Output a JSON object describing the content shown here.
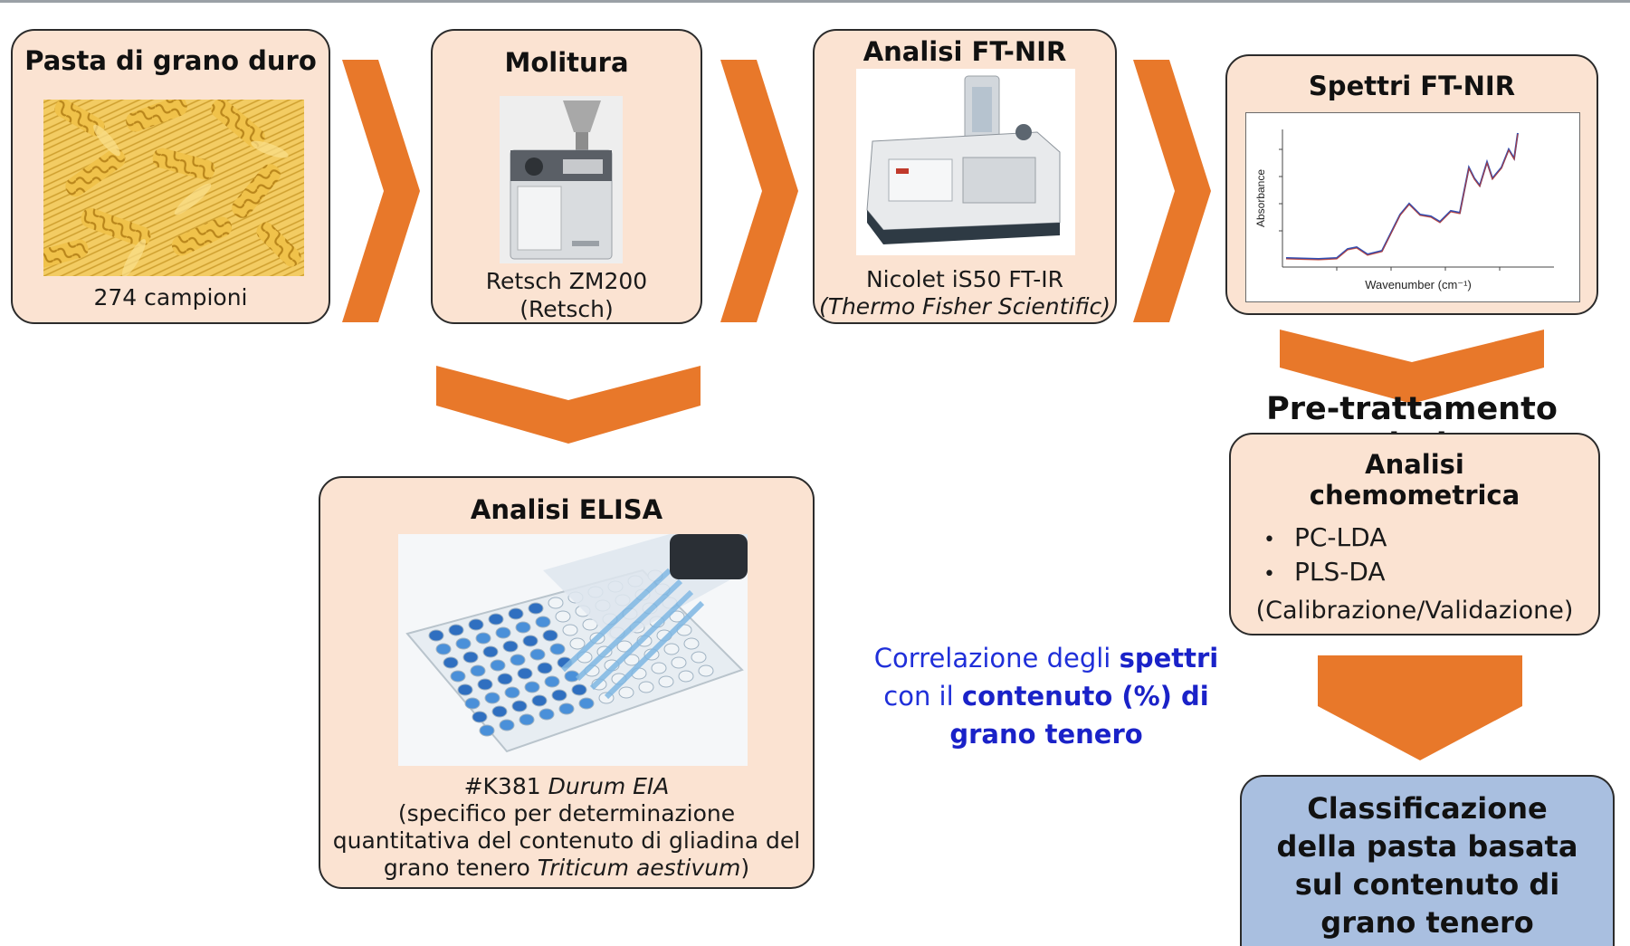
{
  "steps": {
    "pasta": {
      "title": "Pasta di grano duro",
      "caption": "274 campioni"
    },
    "molitura": {
      "title": "Molitura",
      "caption_line1": "Retsch ZM200",
      "caption_line2": "(Retsch)"
    },
    "ftnir": {
      "title": "Analisi FT-NIR",
      "caption_line1": "Nicolet iS50 FT-IR",
      "caption_line2": "(Thermo Fisher Scientific)"
    },
    "spettri": {
      "title": "Spettri FT-NIR",
      "ylabel": "Absorbance",
      "xlabel": "Wavenumber (cm⁻¹)"
    }
  },
  "pretreatment_label": "Pre-trattamento dati",
  "chemometric": {
    "title_line1": "Analisi",
    "title_line2": "chemometrica",
    "methods": [
      "PC-LDA",
      "PLS-DA"
    ],
    "note": "(Calibrazione/Validazione)"
  },
  "elisa": {
    "title": "Analisi ELISA",
    "kit_code": "#K381 ",
    "kit_name": "Durum EIA",
    "desc_line1": "(specifico per determinazione",
    "desc_line2": "quantitativa del contenuto di gliadina del",
    "desc_line3_a": "grano tenero ",
    "desc_line3_b": "Triticum aestivum",
    "desc_line3_c": ")"
  },
  "correlation": {
    "l1_a": "Correlazione degli ",
    "l1_b": "spettri",
    "l2_a": "con il ",
    "l2_b": "contenuto (%) di",
    "l3": "grano tenero"
  },
  "classification": {
    "line1": "Classificazione",
    "line2": "della pasta basata",
    "line3": "sul contenuto di",
    "line4": "grano tenero"
  },
  "colors": {
    "box_fill": "#fbe3d2",
    "final_box_fill": "#a9bfe0",
    "arrow_fill": "#e8782a",
    "correlation_text": "#1f2fd9"
  }
}
